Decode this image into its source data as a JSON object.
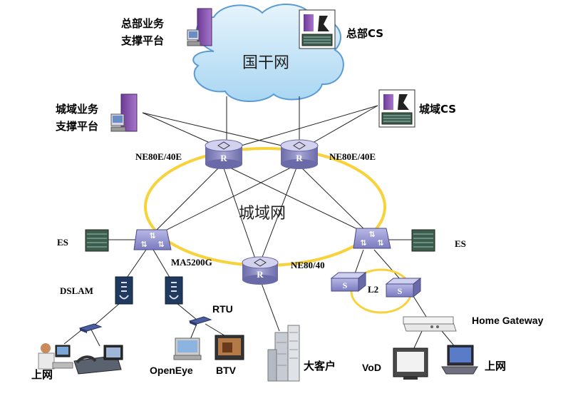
{
  "cloud": {
    "label": "国干网"
  },
  "metro": {
    "label": "城域网"
  },
  "labels": {
    "hq_platform_l1": "总部业务",
    "hq_platform_l2": "支撑平台",
    "hq_cs": "总部CS",
    "metro_platform_l1": "城域业务",
    "metro_platform_l2": "支撑平台",
    "metro_cs": "城域CS",
    "router_left": "NE80E/40E",
    "router_right": "NE80E/40E",
    "es_left": "ES",
    "es_right": "ES",
    "ma5200g": "MA5200G",
    "ne80_40": "NE80/40",
    "dslam": "DSLAM",
    "rtu": "RTU",
    "l2": "L2",
    "home_gateway": "Home Gateway",
    "openeye": "OpenEye",
    "btv": "BTV",
    "big_customer": "大客户",
    "vod": "VoD",
    "internet_left": "上网",
    "internet_right": "上网"
  },
  "icons": {
    "router_letter": "R",
    "switch_letter": "S"
  },
  "colors": {
    "ring": "#f7d23a",
    "cloud_fill": "#bfe3f7",
    "cloud_stroke": "#5b9bd5",
    "router_top": "#c9c9e8",
    "router_side": "#7f7fb8",
    "server_purple": "#8a55b0"
  }
}
